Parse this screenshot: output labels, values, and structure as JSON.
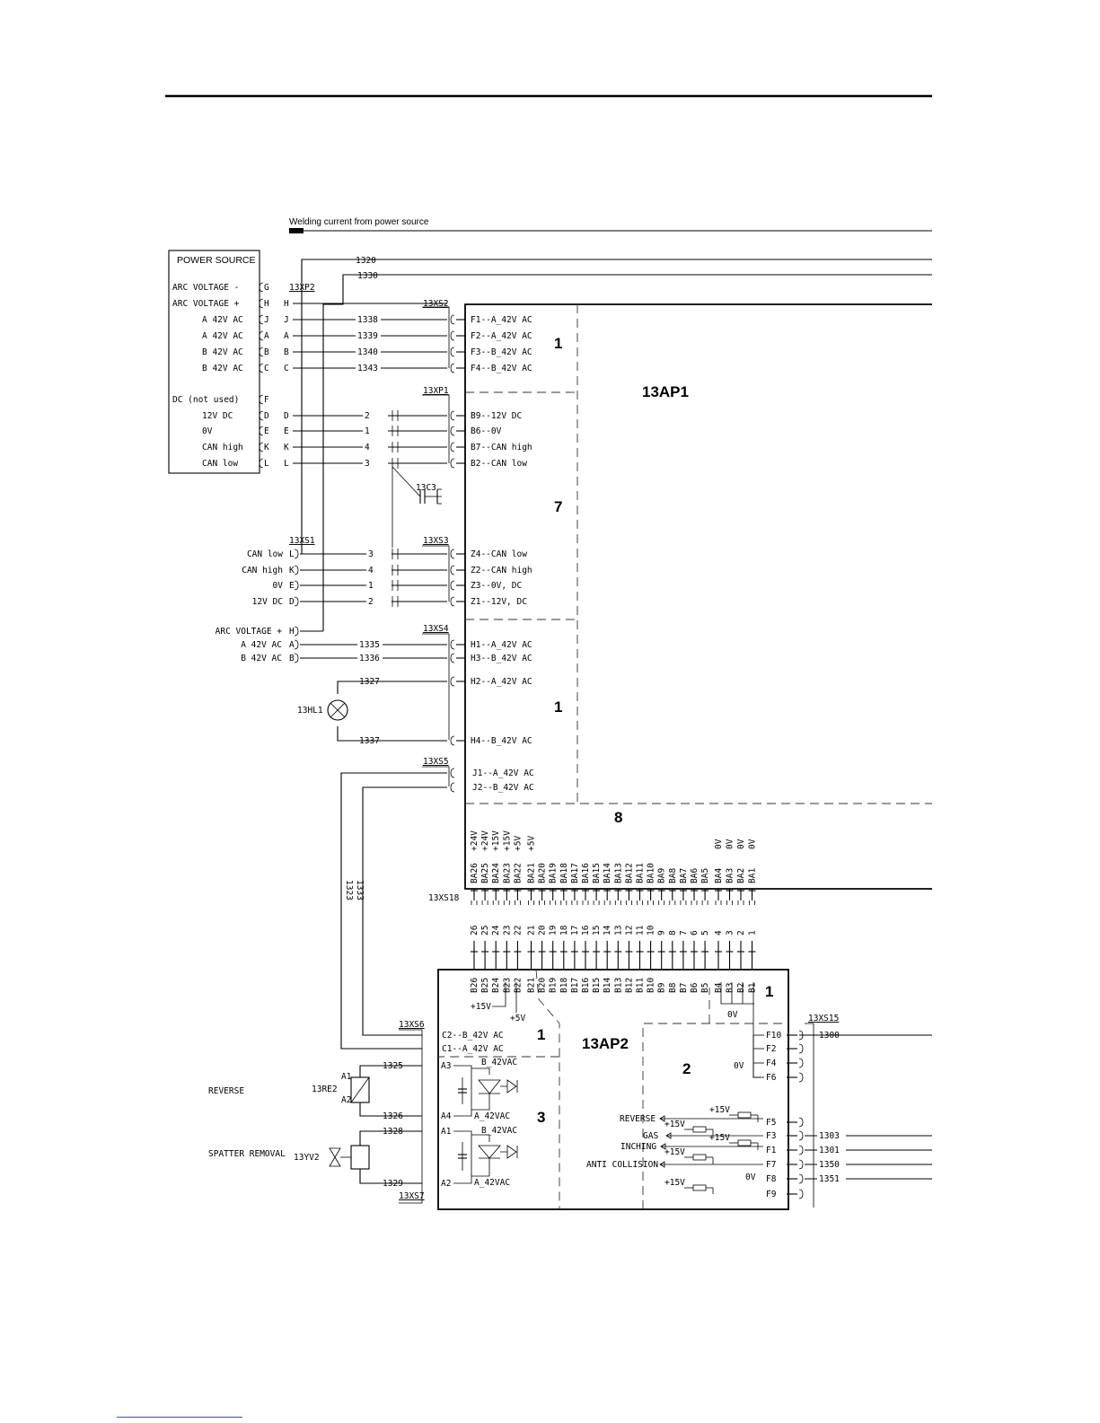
{
  "header_rule": true,
  "welding": {
    "label": "Welding current from power source"
  },
  "lines_top": [
    "1320",
    "1330"
  ],
  "power_source": {
    "title": "POWER SOURCE",
    "connector": "13XP2",
    "rows": [
      {
        "name": "ARC VOLTAGE -",
        "pin": "G",
        "wire": ""
      },
      {
        "name": "ARC VOLTAGE +",
        "pin": "H",
        "wire": "H"
      },
      {
        "name": "A 42V AC",
        "pin": "J",
        "wire": "J"
      },
      {
        "name": "A 42V AC",
        "pin": "A",
        "wire": "A"
      },
      {
        "name": "B 42V AC",
        "pin": "B",
        "wire": "B"
      },
      {
        "name": "B 42V AC",
        "pin": "C",
        "wire": "C"
      },
      {
        "name": "DC (not used)",
        "pin": "F",
        "wire": ""
      },
      {
        "name": "12V DC",
        "pin": "D",
        "wire": "D"
      },
      {
        "name": "0V",
        "pin": "E",
        "wire": "E"
      },
      {
        "name": "CAN high",
        "pin": "K",
        "wire": "K"
      },
      {
        "name": "CAN low",
        "pin": "L",
        "wire": "L"
      }
    ]
  },
  "xs2": {
    "label": "13XS2",
    "wires": [
      "1338",
      "1339",
      "1340",
      "1343"
    ],
    "pins": [
      "F1--A_42V AC",
      "F2--A_42V AC",
      "F3--B_42V AC",
      "F4--B_42V AC"
    ]
  },
  "xp1": {
    "label": "13XP1",
    "wires": [
      "2",
      "1",
      "4",
      "3"
    ],
    "pins": [
      "B9--12V DC",
      "B6--0V",
      "B7--CAN high",
      "B2--CAN low"
    ]
  },
  "c3": {
    "label": "13C3"
  },
  "xs1": {
    "label": "13XS1",
    "rows": [
      {
        "name": "CAN low",
        "pin": "L"
      },
      {
        "name": "CAN high",
        "pin": "K"
      },
      {
        "name": "0V",
        "pin": "E"
      },
      {
        "name": "12V DC",
        "pin": "D"
      }
    ]
  },
  "xs3": {
    "label": "13XS3",
    "wires": [
      "3",
      "4",
      "1",
      "2"
    ],
    "pins": [
      "Z4--CAN low",
      "Z2--CAN high",
      "Z3--0V, DC",
      "Z1--12V, DC"
    ]
  },
  "xs4": {
    "label": "13XS4",
    "left_rows": [
      {
        "name": "ARC VOLTAGE +",
        "pin": "H"
      },
      {
        "name": "A 42V AC",
        "pin": "A"
      },
      {
        "name": "B 42V AC",
        "pin": "B"
      }
    ],
    "wires": [
      "1335",
      "1336",
      "1327",
      "1337"
    ],
    "pins": [
      "H1--A_42V AC",
      "H3--B_42V AC",
      "H2--A_42V AC",
      "H4--B_42V AC"
    ]
  },
  "hl1": {
    "label": "13HL1"
  },
  "xs5": {
    "label": "13XS5",
    "pins": [
      "J1--A_42V AC",
      "J2--B_42V AC"
    ],
    "wires": [
      "1323",
      "1333"
    ]
  },
  "ap1": {
    "label": "13AP1",
    "sections": [
      "1",
      "7",
      "1",
      "8"
    ],
    "ba_pins": [
      "BA26",
      "BA25",
      "BA24",
      "BA23",
      "BA22",
      "BA21",
      "BA20",
      "BA19",
      "BA18",
      "BA17",
      "BA16",
      "BA15",
      "BA14",
      "BA13",
      "BA12",
      "BA11",
      "BA10",
      "BA9",
      "BA8",
      "BA7",
      "BA6",
      "BA5",
      "BA4",
      "BA3",
      "BA2",
      "BA1"
    ],
    "ba_voltages": [
      "+24V",
      "+24V",
      "+15V",
      "+15V",
      "+5V",
      "+5V",
      "",
      "",
      "",
      "",
      "",
      "",
      "",
      "",
      "",
      "",
      "",
      "",
      "",
      "",
      "",
      "",
      "0V",
      "0V",
      "0V",
      "0V"
    ]
  },
  "xs18": {
    "label": "13XS18",
    "numbers": [
      "26",
      "25",
      "24",
      "23",
      "22",
      "21",
      "20",
      "19",
      "18",
      "17",
      "16",
      "15",
      "14",
      "13",
      "12",
      "11",
      "10",
      "9",
      "8",
      "7",
      "6",
      "5",
      "4",
      "3",
      "2",
      "1"
    ]
  },
  "ap2": {
    "label": "13AP2",
    "sections": [
      "1",
      "1",
      "2",
      "3"
    ],
    "b_pins": [
      "B26",
      "B25",
      "B24",
      "B23",
      "B22",
      "B21",
      "B20",
      "B19",
      "B18",
      "B17",
      "B16",
      "B15",
      "B14",
      "B13",
      "B12",
      "B11",
      "B10",
      "B9",
      "B8",
      "B7",
      "B6",
      "B5",
      "B4",
      "B3",
      "B2",
      "B1"
    ],
    "v15": "+15V",
    "v5": "+5V",
    "v0": "0V"
  },
  "xs6": {
    "label": "13XS6",
    "pins": [
      "C2--B_42V AC",
      "C1--A_42V AC"
    ]
  },
  "xs7": {
    "label": "13XS7"
  },
  "re2": {
    "label": "13RE2",
    "a1": "A1",
    "a2": "A2",
    "desc": "REVERSE",
    "wires": [
      "1325",
      "1326"
    ],
    "pins": [
      "A3",
      "A4"
    ]
  },
  "yv2": {
    "label": "13YV2",
    "desc": "SPATTER REMOVAL",
    "wires": [
      "1328",
      "1329"
    ],
    "pins": [
      "A1",
      "A2"
    ]
  },
  "circuits": {
    "b42": "B_42VAC",
    "a42": "A_42VAC"
  },
  "xs15": {
    "label": "13XS15",
    "f_pins": [
      "F10",
      "F2",
      "F4",
      "F6",
      "F5",
      "F3",
      "F1",
      "F7",
      "F8",
      "F9"
    ],
    "wires": [
      "1300",
      "1303",
      "1301",
      "1350",
      "1351"
    ],
    "signals": [
      "REVERSE",
      "GAS",
      "INCHING",
      "ANTI COLLISION"
    ],
    "v15": "+15V",
    "v0": "0V"
  }
}
